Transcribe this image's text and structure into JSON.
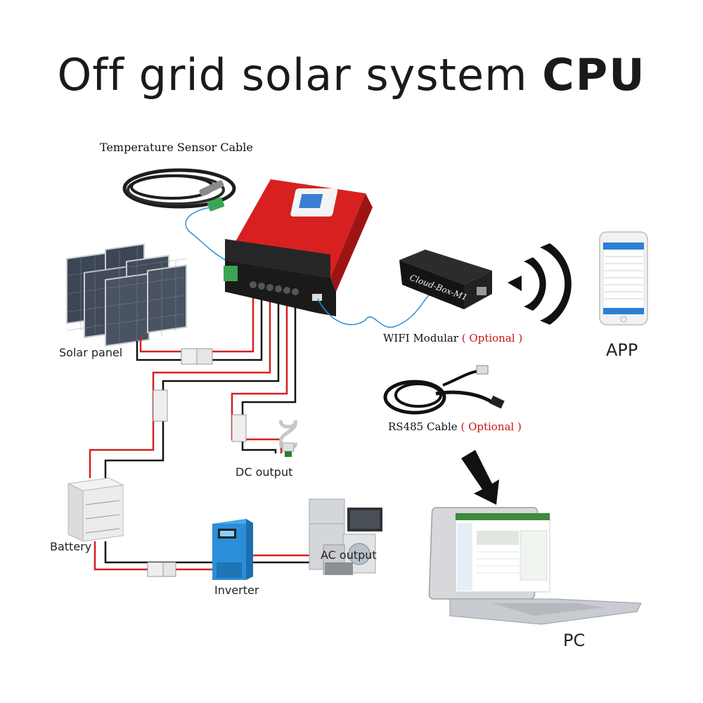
{
  "title": {
    "main": "Off grid solar system",
    "emphasis": "CPU"
  },
  "labels": {
    "temperature_sensor": "Temperature Sensor Cable",
    "solar_panel": "Solar panel",
    "dc_output": "DC output",
    "battery": "Battery",
    "inverter": "Inverter",
    "ac_output": "AC output",
    "wifi": "WIFI Modular",
    "wifi_optional": "( Optional )",
    "rs485": "RS485 Cable",
    "rs485_optional": "( Optional )",
    "app": "APP",
    "pc": "PC",
    "cloud_box": "Cloud-Box-M1"
  },
  "colors": {
    "controller_red": "#d82020",
    "wire_red": "#d42020",
    "wire_black": "#111111",
    "cable_blue": "#2a8fd6",
    "optional_red": "#cc1111"
  }
}
